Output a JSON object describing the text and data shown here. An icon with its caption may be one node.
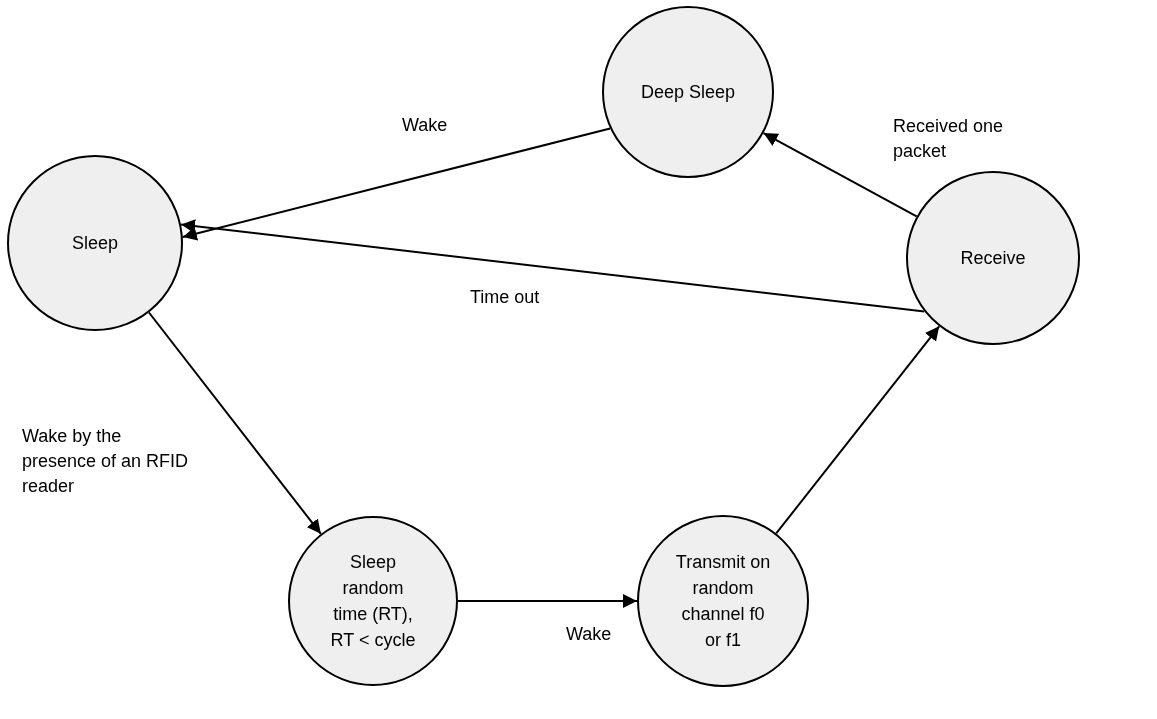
{
  "diagram": {
    "nodes": [
      {
        "text": [
          "Sleep"
        ]
      },
      {
        "text": [
          "Deep Sleep"
        ]
      },
      {
        "text": [
          "Receive"
        ]
      },
      {
        "text": [
          "Sleep random time (RT), RT < cycle"
        ]
      },
      {
        "text": [
          "Transmit on random channel f0 or f1"
        ]
      }
    ],
    "edges": [
      {
        "from": 1,
        "to": 0,
        "arrow": "to",
        "label": "Wake"
      },
      {
        "from": 2,
        "to": 0,
        "arrow": "to",
        "label": "Time out"
      },
      {
        "from": 2,
        "to": 1,
        "arrow": "to",
        "label": "Received one packet"
      },
      {
        "from": 0,
        "to": 3,
        "arrow": "to",
        "label": "Wake by the presence of an RFID reader"
      },
      {
        "from": 3,
        "to": 4,
        "arrow": "to",
        "label": "Wake"
      },
      {
        "from": 4,
        "to": 2,
        "arrow": "to"
      }
    ]
  }
}
